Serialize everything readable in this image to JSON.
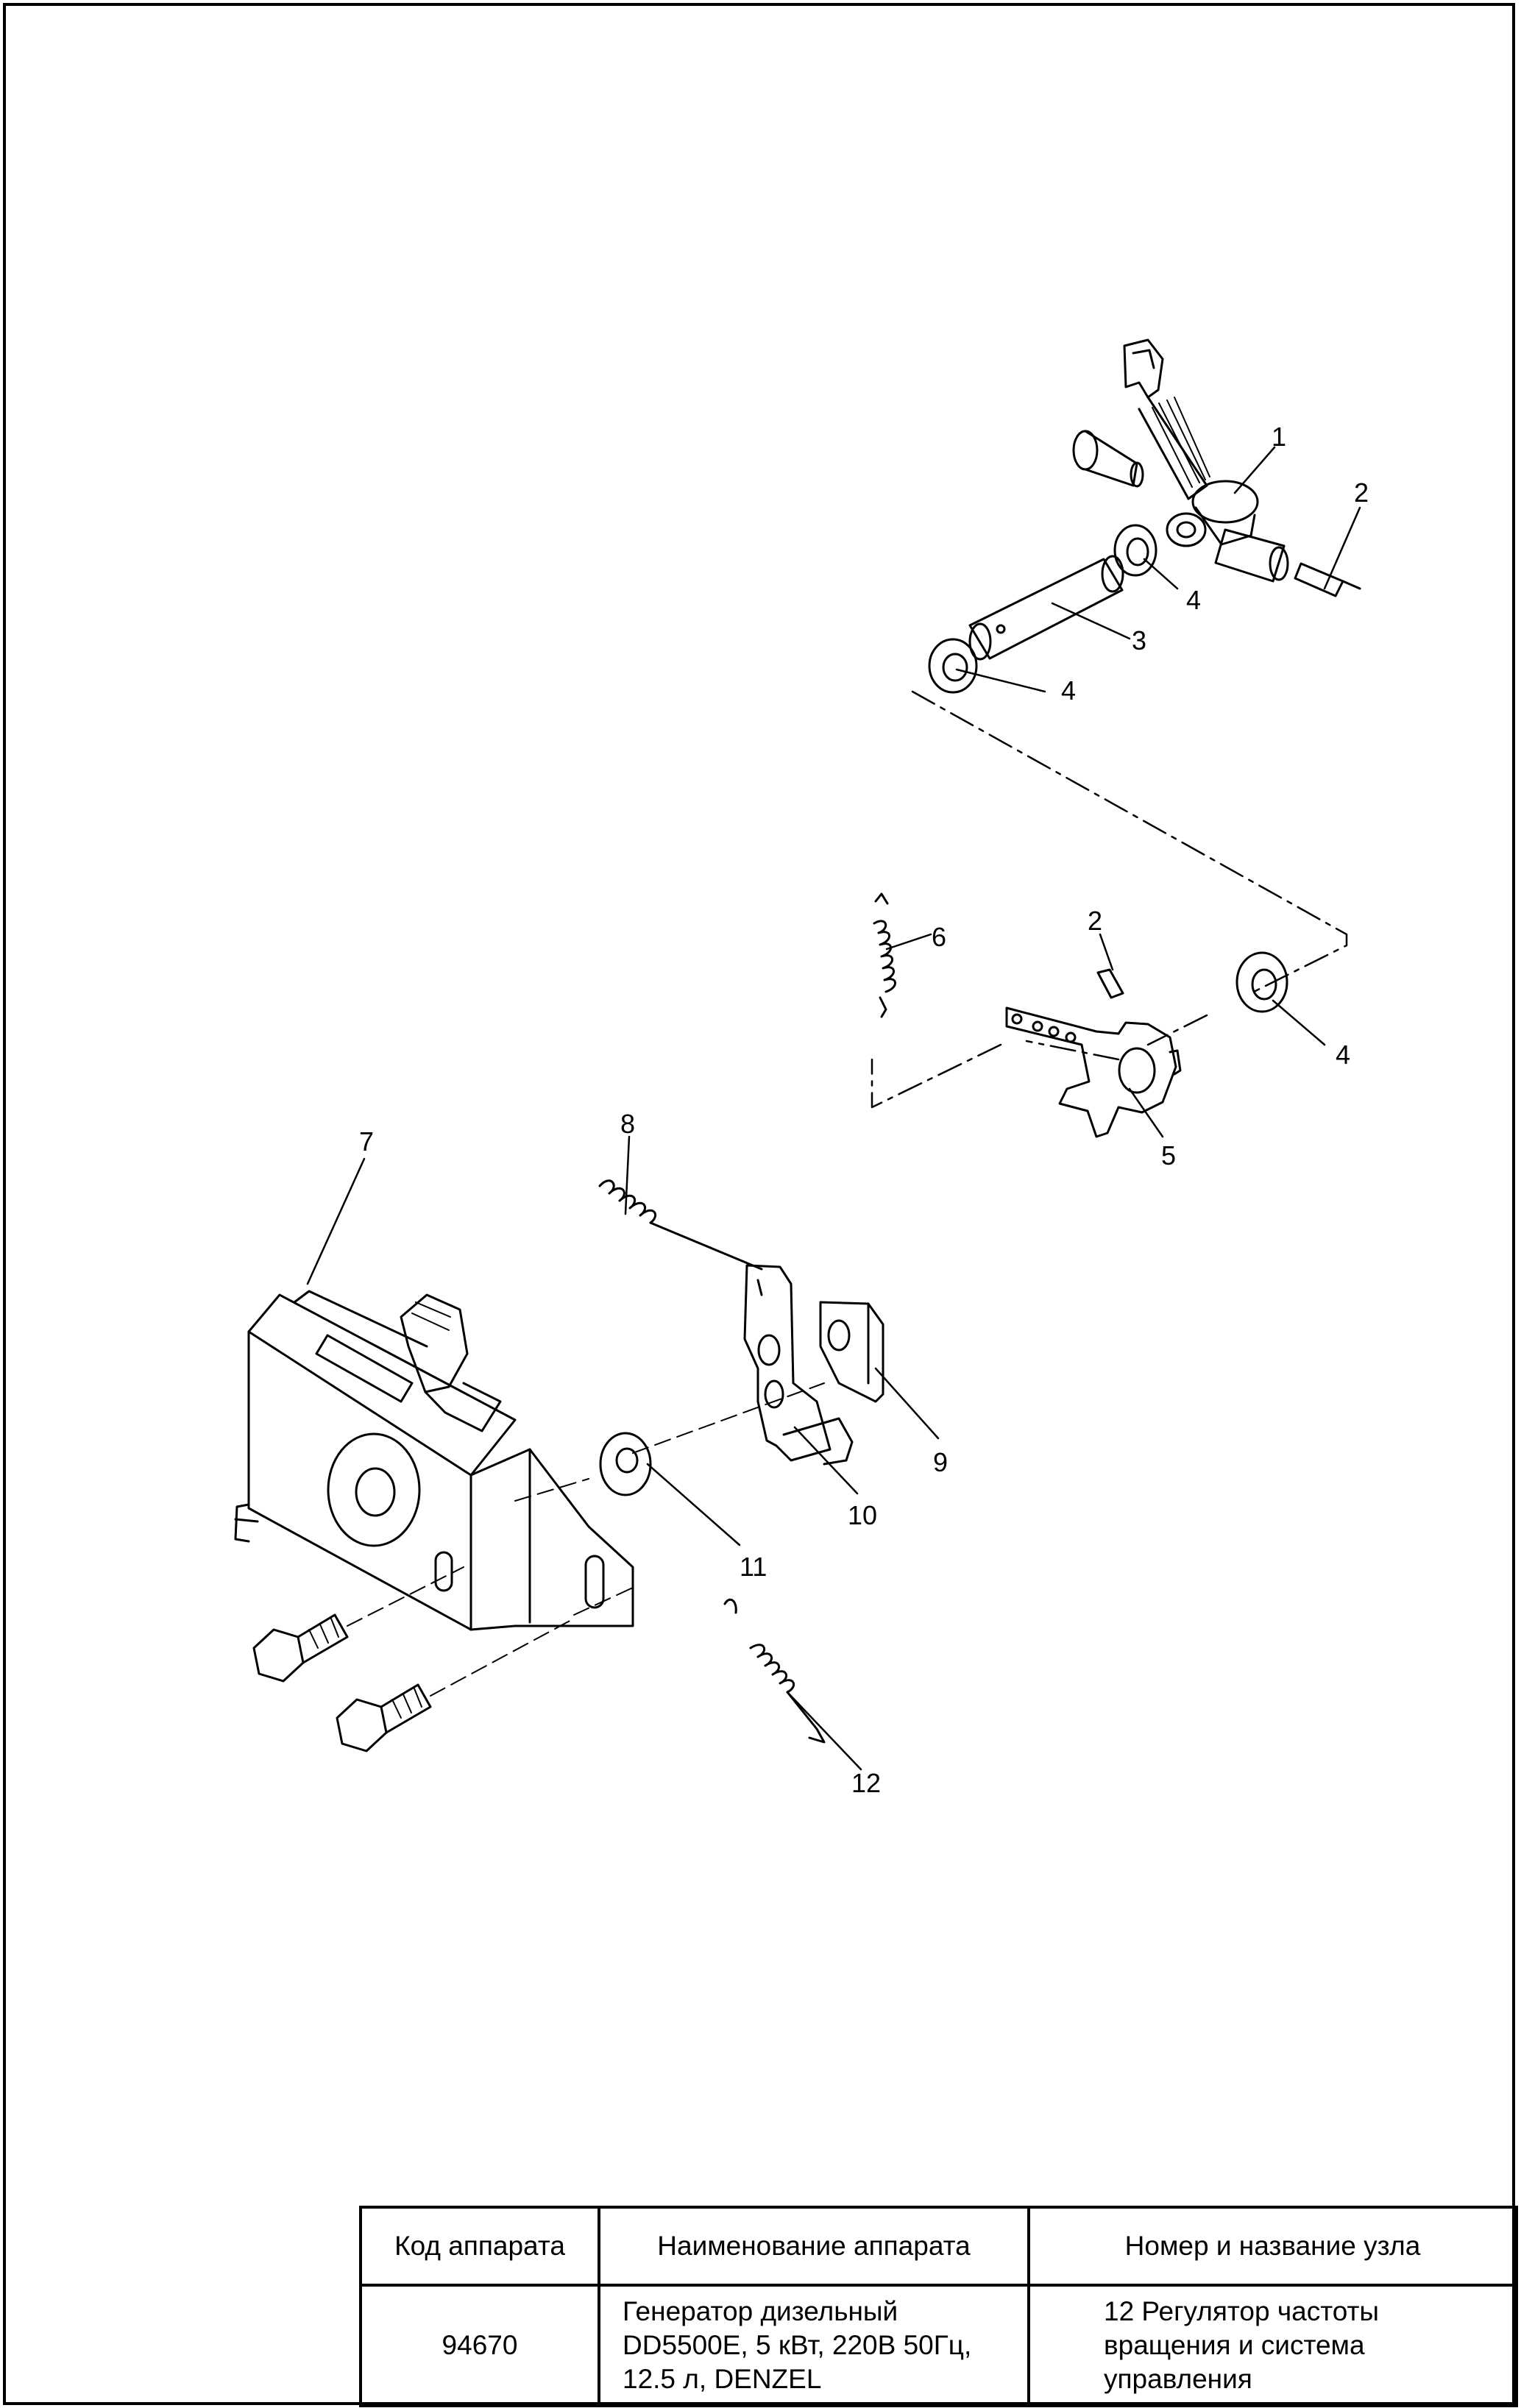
{
  "diagram": {
    "callouts": [
      "1",
      "2",
      "3",
      "4",
      "4",
      "2",
      "4",
      "5",
      "6",
      "7",
      "8",
      "9",
      "10",
      "11",
      "12"
    ]
  },
  "title_block": {
    "headers": [
      "Код аппарата",
      "Наименование аппарата",
      "Номер и название узла"
    ],
    "code": "94670",
    "name": "Генератор дизельный\nDD5500E, 5 кВт, 220В 50Гц,\n12.5 л, DENZEL",
    "assembly": "12 Регулятор частоты\nвращения и система\nуправления"
  }
}
